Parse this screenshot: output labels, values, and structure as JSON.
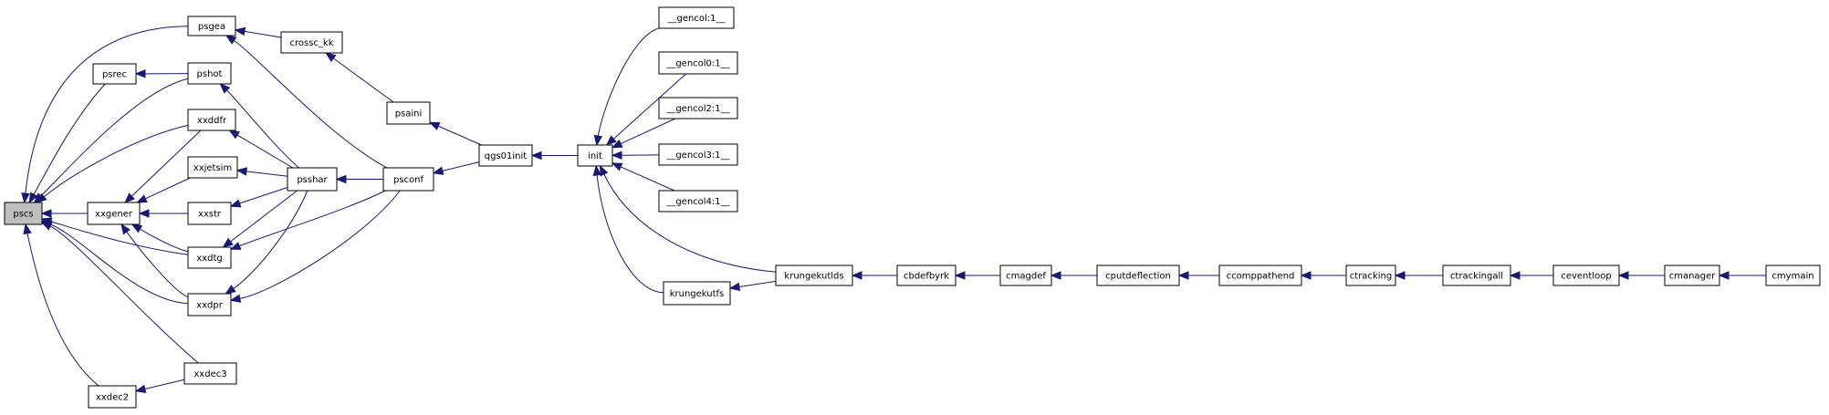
{
  "diagram": {
    "nodes": [
      {
        "id": "pscs",
        "label": "pscs",
        "highlight": true
      },
      {
        "id": "psgea",
        "label": "psgea"
      },
      {
        "id": "crossc_kk",
        "label": "crossc_kk"
      },
      {
        "id": "psrec",
        "label": "psrec"
      },
      {
        "id": "pshot",
        "label": "pshot"
      },
      {
        "id": "xxddfr",
        "label": "xxddfr"
      },
      {
        "id": "xxjetsim",
        "label": "xxjetsim"
      },
      {
        "id": "xxgener",
        "label": "xxgener"
      },
      {
        "id": "xxstr",
        "label": "xxstr"
      },
      {
        "id": "xxdtg",
        "label": "xxdtg"
      },
      {
        "id": "xxdpr",
        "label": "xxdpr"
      },
      {
        "id": "xxdec3",
        "label": "xxdec3"
      },
      {
        "id": "xxdec2",
        "label": "xxdec2"
      },
      {
        "id": "psshar",
        "label": "psshar"
      },
      {
        "id": "psconf",
        "label": "psconf"
      },
      {
        "id": "psaini",
        "label": "psaini"
      },
      {
        "id": "qgs01init",
        "label": "qgs01init"
      },
      {
        "id": "init",
        "label": "init"
      },
      {
        "id": "gencol",
        "label": "__gencol:1__"
      },
      {
        "id": "gencol0",
        "label": "__gencol0:1__"
      },
      {
        "id": "gencol2",
        "label": "__gencol2:1__"
      },
      {
        "id": "gencol3",
        "label": "__gencol3:1__"
      },
      {
        "id": "gencol4",
        "label": "__gencol4:1__"
      },
      {
        "id": "krungekutfs",
        "label": "krungekutfs"
      },
      {
        "id": "krungekutlds",
        "label": "krungekutlds"
      },
      {
        "id": "cbdefbyrk",
        "label": "cbdefbyrk"
      },
      {
        "id": "cmagdef",
        "label": "cmagdef"
      },
      {
        "id": "cputdeflection",
        "label": "cputdeflection"
      },
      {
        "id": "ccomppathend",
        "label": "ccomppathend"
      },
      {
        "id": "ctracking",
        "label": "ctracking"
      },
      {
        "id": "ctrackingall",
        "label": "ctrackingall"
      },
      {
        "id": "ceventloop",
        "label": "ceventloop"
      },
      {
        "id": "cmanager",
        "label": "cmanager"
      },
      {
        "id": "cmymain",
        "label": "cmymain"
      }
    ],
    "edges": [
      [
        "psgea",
        "pscs"
      ],
      [
        "psrec",
        "pscs"
      ],
      [
        "pshot",
        "pscs"
      ],
      [
        "xxddfr",
        "pscs"
      ],
      [
        "xxgener",
        "pscs"
      ],
      [
        "xxdtg",
        "pscs"
      ],
      [
        "xxdpr",
        "pscs"
      ],
      [
        "xxdec3",
        "pscs"
      ],
      [
        "xxdec2",
        "pscs"
      ],
      [
        "crossc_kk",
        "psgea"
      ],
      [
        "psconf",
        "psgea"
      ],
      [
        "pshot",
        "psrec"
      ],
      [
        "psshar",
        "pshot"
      ],
      [
        "xxddfr",
        "xxgener"
      ],
      [
        "xxjetsim",
        "xxgener"
      ],
      [
        "xxstr",
        "xxgener"
      ],
      [
        "xxdtg",
        "xxgener"
      ],
      [
        "xxdpr",
        "xxgener"
      ],
      [
        "psshar",
        "xxddfr"
      ],
      [
        "psshar",
        "xxjetsim"
      ],
      [
        "psshar",
        "xxstr"
      ],
      [
        "psshar",
        "xxdtg"
      ],
      [
        "psconf",
        "xxdtg"
      ],
      [
        "psshar",
        "xxdpr"
      ],
      [
        "psconf",
        "xxdpr"
      ],
      [
        "xxdec3",
        "xxdec2"
      ],
      [
        "psconf",
        "psshar"
      ],
      [
        "psaini",
        "crossc_kk"
      ],
      [
        "qgs01init",
        "psaini"
      ],
      [
        "qgs01init",
        "psconf"
      ],
      [
        "init",
        "qgs01init"
      ],
      [
        "gencol",
        "init"
      ],
      [
        "gencol0",
        "init"
      ],
      [
        "gencol2",
        "init"
      ],
      [
        "gencol3",
        "init"
      ],
      [
        "gencol4",
        "init"
      ],
      [
        "krungekutfs",
        "init"
      ],
      [
        "krungekutlds",
        "init"
      ],
      [
        "krungekutlds",
        "krungekutfs"
      ],
      [
        "cbdefbyrk",
        "krungekutlds"
      ],
      [
        "cmagdef",
        "cbdefbyrk"
      ],
      [
        "cputdeflection",
        "cmagdef"
      ],
      [
        "ccomppathend",
        "cputdeflection"
      ],
      [
        "ctracking",
        "ccomppathend"
      ],
      [
        "ctrackingall",
        "ctracking"
      ],
      [
        "ceventloop",
        "ctrackingall"
      ],
      [
        "cmanager",
        "ceventloop"
      ],
      [
        "cmymain",
        "cmanager"
      ]
    ]
  }
}
